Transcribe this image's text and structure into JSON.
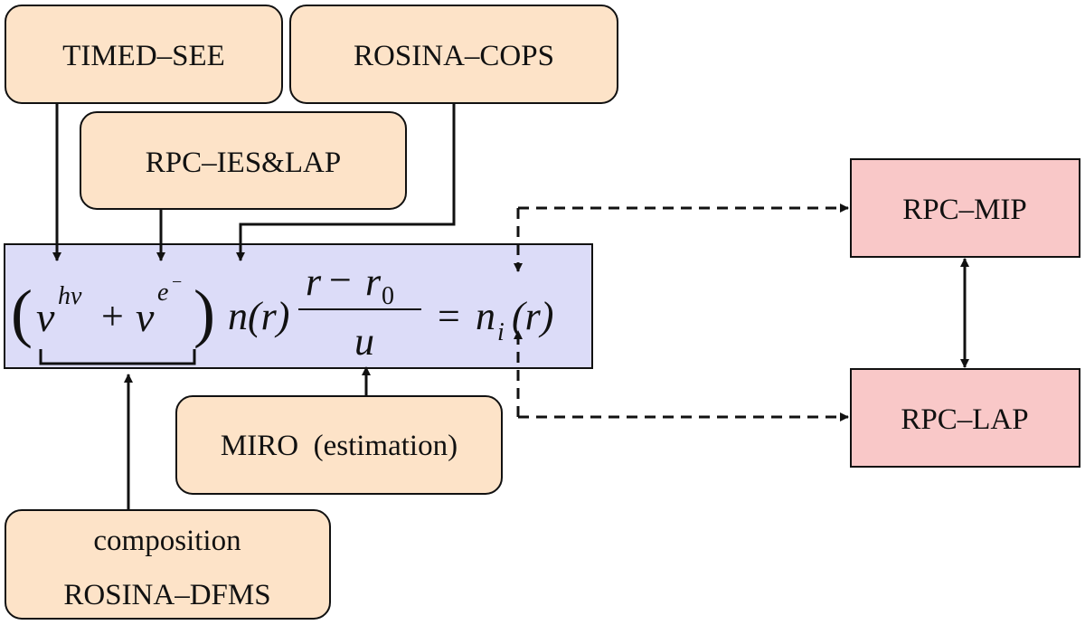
{
  "boxes": {
    "timed_see": "TIMED–SEE",
    "rosina_cops": "ROSINA–COPS",
    "rpc_ies_lap": "RPC–IES&LAP",
    "rpc_mip": "RPC–MIP",
    "rpc_lap": "RPC–LAP",
    "miro": "MIRO  (estimation)",
    "composition_line1": "composition",
    "composition_line2": "ROSINA–DFMS"
  },
  "equation": {
    "paren_open": "(",
    "paren_close": ")",
    "nu": "ν",
    "sup_hv": "hν",
    "plus": "+",
    "sup_e": "e",
    "sup_minus": "−",
    "n_of_r": "n(r)",
    "num_r": "r",
    "minus": "−",
    "r0_r": "r",
    "r0_sub": "0",
    "denominator": "u",
    "equals": "=",
    "ni_n": "n",
    "ni_sub": "i",
    "ni_r": "(r)"
  },
  "colors": {
    "source_fill": "#fde3c8",
    "rpc_fill": "#f9c8c8",
    "equation_fill": "#dcdcf8",
    "stroke": "#111111"
  }
}
